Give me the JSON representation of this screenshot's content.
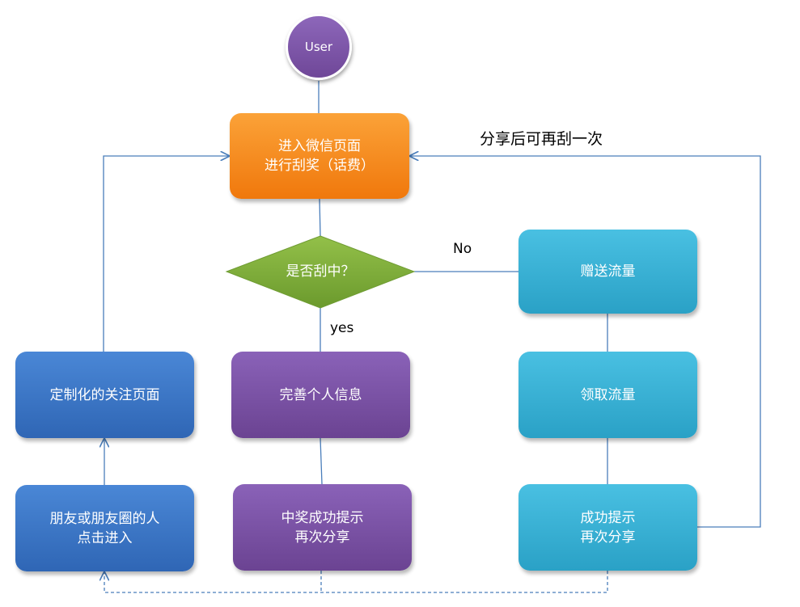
{
  "start": {
    "label": "User"
  },
  "nodes": {
    "scratch": {
      "line1": "进入微信页面",
      "line2": "进行刮奖（话费）"
    },
    "decision": {
      "label": "是否刮中？"
    },
    "gift_traffic": {
      "label": "赠送流量"
    },
    "receive_traffic": {
      "label": "领取流量"
    },
    "success_share_right": {
      "line1": "成功提示",
      "line2": "再次分享"
    },
    "complete_info": {
      "label": "完善个人信息"
    },
    "win_share": {
      "line1": "中奖成功提示",
      "line2": "再次分享"
    },
    "custom_follow": {
      "label": "定制化的关注页面"
    },
    "friends_enter": {
      "line1": "朋友或朋友圈的人",
      "line2": "点击进入"
    }
  },
  "edge_labels": {
    "no": "No",
    "yes": "yes",
    "share_again": "分享后可再刮一次"
  },
  "colors": {
    "orange": "#f28a1e",
    "purple": "#7a52a6",
    "teal": "#36afd4",
    "blue": "#3a75c4",
    "decision_green": "#7aa93a",
    "connector": "#4a7ebb"
  }
}
